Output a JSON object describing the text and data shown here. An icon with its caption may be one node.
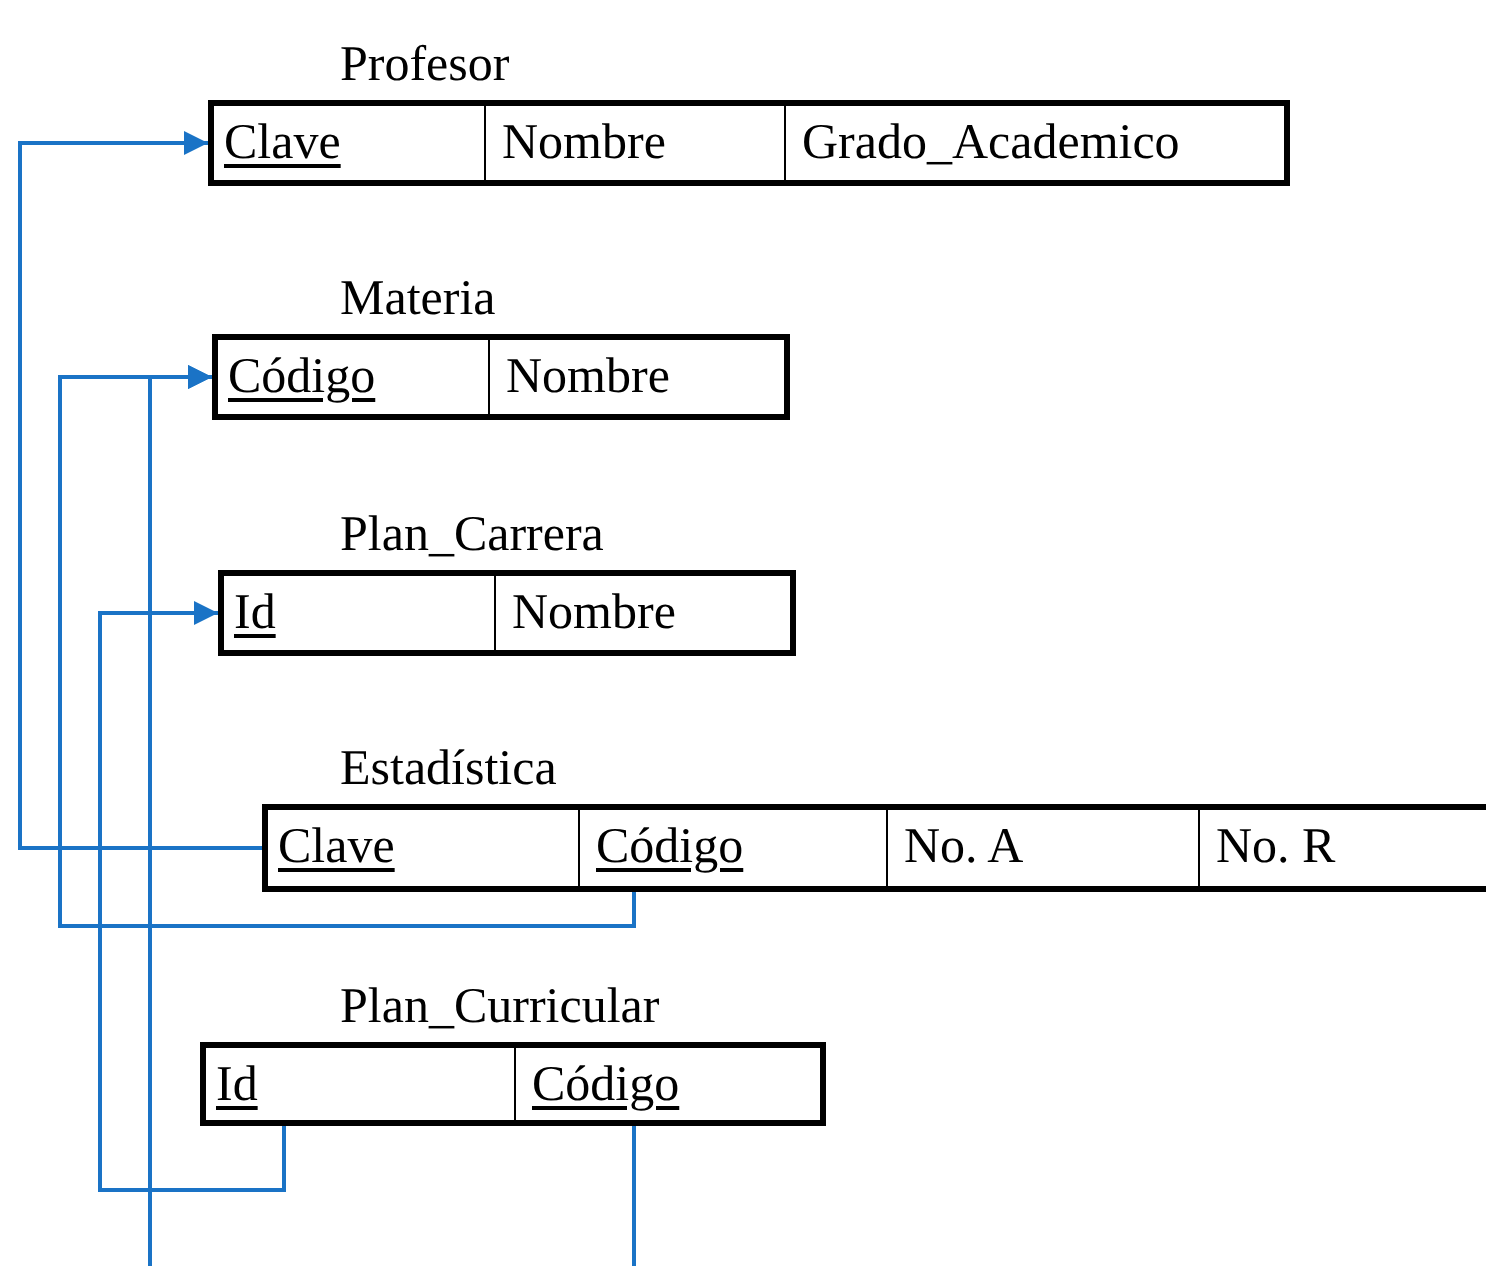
{
  "diagram": {
    "nodes": [
      {
        "text": [
          "Profesor"
        ]
      },
      {
        "text": [
          "Clave"
        ],
        "in": 0
      },
      {
        "text": [
          "Nombre"
        ],
        "in": 0
      },
      {
        "text": [
          "Grado_Academico"
        ],
        "in": 0
      },
      {
        "text": [
          "Materia"
        ]
      },
      {
        "text": [
          "Código"
        ],
        "in": 4
      },
      {
        "text": [
          "Nombre"
        ],
        "in": 4
      },
      {
        "text": [
          "Plan_Carrera"
        ]
      },
      {
        "text": [
          "Id"
        ],
        "in": 7
      },
      {
        "text": [
          "Nombre"
        ],
        "in": 7
      },
      {
        "text": [
          "Estadística"
        ]
      },
      {
        "text": [
          "Clave"
        ],
        "in": 10
      },
      {
        "text": [
          "Código"
        ],
        "in": 10
      },
      {
        "text": [
          "No. A"
        ],
        "in": 10
      },
      {
        "text": [
          "No. R"
        ],
        "in": 10
      },
      {
        "text": [
          "Plan_Curricular"
        ]
      },
      {
        "text": [
          "Id"
        ],
        "in": 15
      },
      {
        "text": [
          "Código"
        ],
        "in": 15
      }
    ],
    "edges": [
      {
        "from": 11,
        "to": 1,
        "arrow": "to"
      },
      {
        "from": 12,
        "to": 5,
        "arrow": "to"
      },
      {
        "from": 16,
        "to": 8,
        "arrow": "to"
      },
      {
        "from": 17,
        "to": 5,
        "arrow": "to"
      }
    ]
  }
}
